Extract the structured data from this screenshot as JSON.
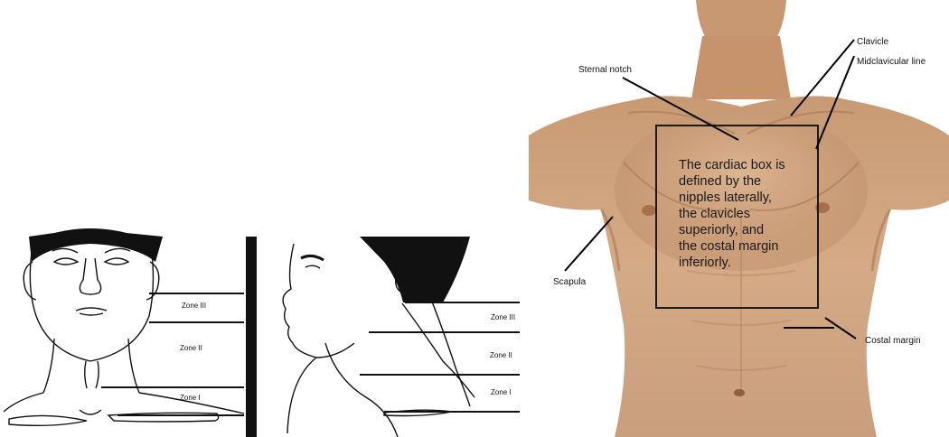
{
  "neck_diagram": {
    "front_zones": [
      "Zone III",
      "Zone II",
      "Zone I"
    ],
    "side_zones": [
      "Zone III",
      "Zone II",
      "Zone I"
    ]
  },
  "torso_diagram": {
    "labels": {
      "sternal_notch": "Sternal notch",
      "clavicle": "Clavicle",
      "midclavicular_line": "Midclavicular line",
      "scapula": "Scapula",
      "costal_margin": "Costal margin"
    },
    "cardiac_box_text": [
      "The cardiac box is",
      "defined by the",
      "nipples laterally,",
      "the clavicles",
      "superiorly, and",
      "the costal margin",
      "inferiorly."
    ]
  }
}
